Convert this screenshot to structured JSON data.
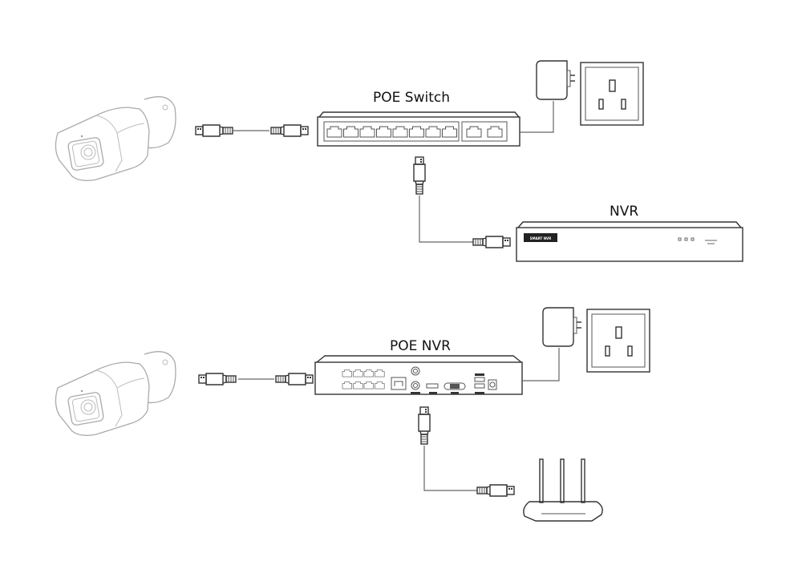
{
  "diagram": {
    "top_setup": {
      "labels": {
        "switch": "POE Switch",
        "nvr": "NVR"
      },
      "nvr_badge": "SMART NVR",
      "switch_poe_ports": 8,
      "switch_uplink_ports": 2,
      "connections": [
        {
          "from": "IP Camera",
          "to": "POE Switch"
        },
        {
          "from": "POE Switch",
          "to": "NVR"
        },
        {
          "from": "POE Switch",
          "to": "Power Adapter / Wall Outlet"
        }
      ]
    },
    "bottom_setup": {
      "labels": {
        "nvr": "POE NVR"
      },
      "nvr_poe_ports": 8,
      "connections": [
        {
          "from": "IP Camera",
          "to": "POE NVR"
        },
        {
          "from": "POE NVR",
          "to": "Router"
        },
        {
          "from": "POE NVR",
          "to": "Power Adapter / Wall Outlet"
        }
      ]
    },
    "colors": {
      "line": "#333333",
      "light_line": "#aaaaaa",
      "cable": "#666666",
      "badge": "#222222"
    }
  }
}
